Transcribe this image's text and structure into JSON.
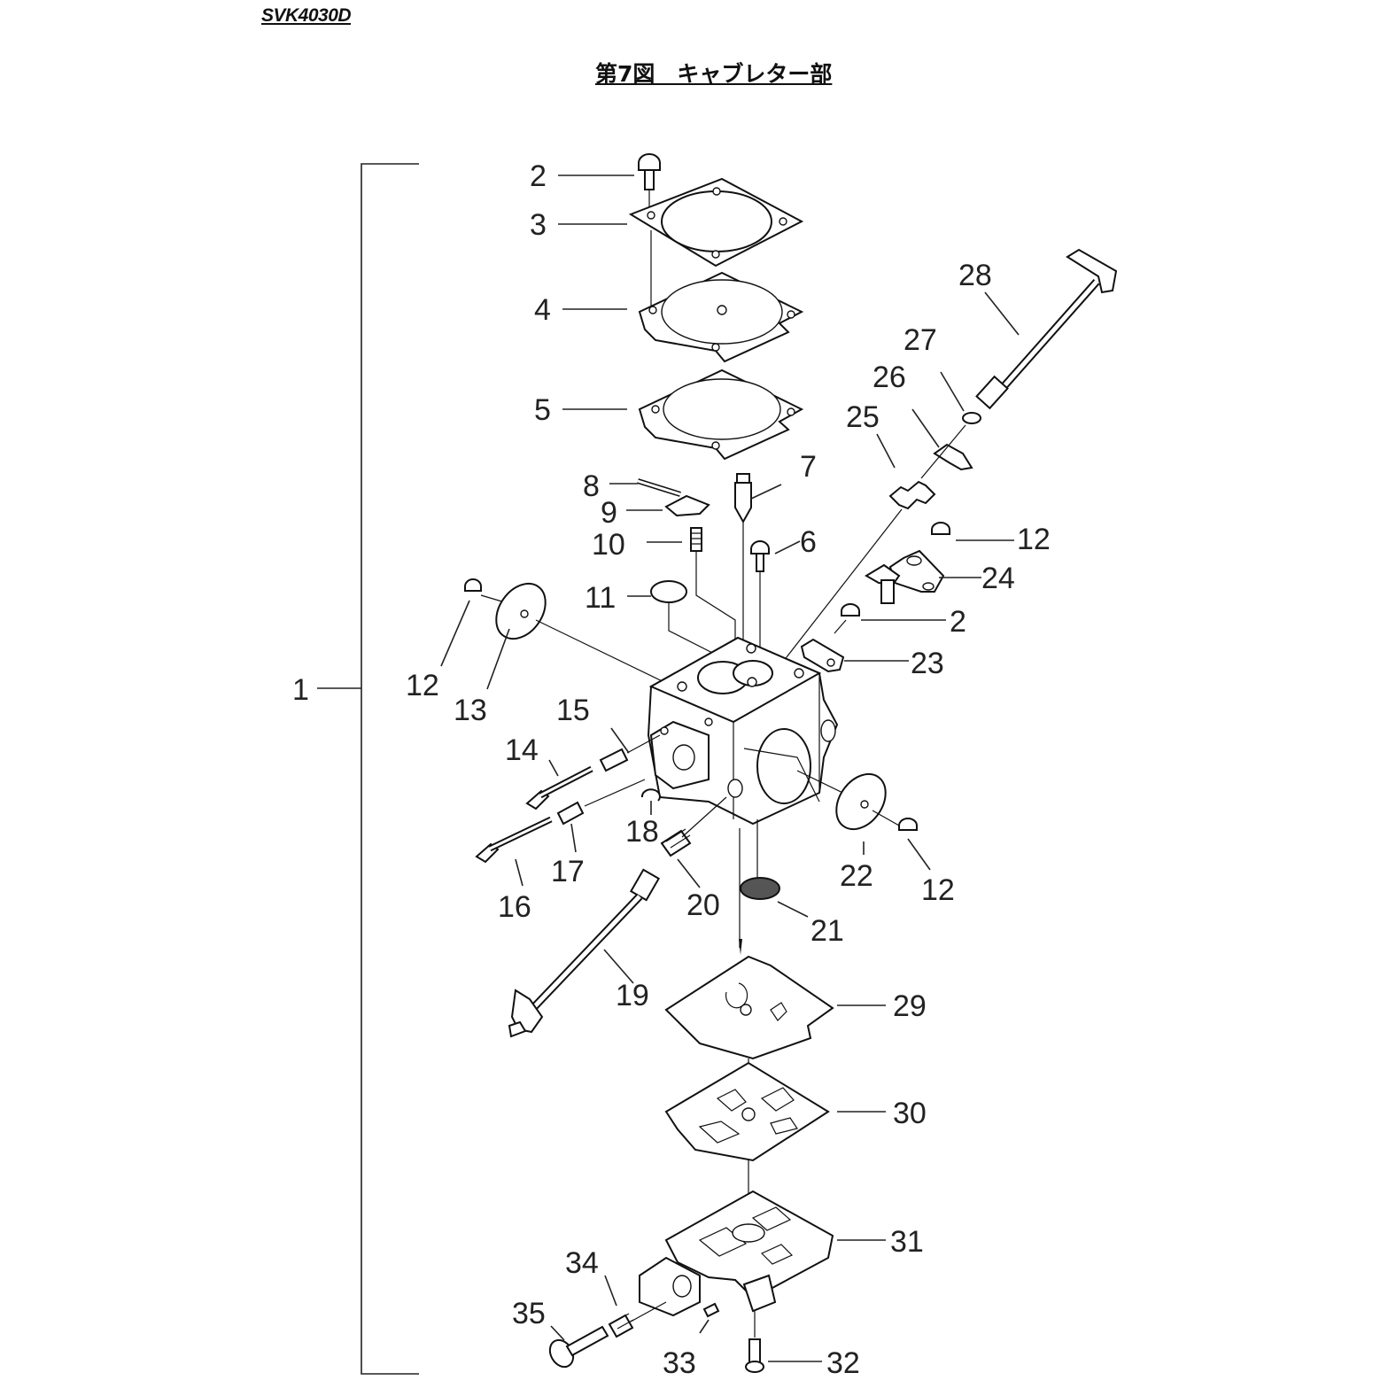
{
  "header": {
    "model_code": "SVK4030D",
    "title": "第7図　キャブレター部"
  },
  "callouts": {
    "c1": "1",
    "c2a": "2",
    "c2b": "2",
    "c3": "3",
    "c4": "4",
    "c5": "5",
    "c6": "6",
    "c7": "7",
    "c8": "8",
    "c9": "9",
    "c10": "10",
    "c11": "11",
    "c12a": "12",
    "c12b": "12",
    "c12c": "12",
    "c13": "13",
    "c14": "14",
    "c15": "15",
    "c16": "16",
    "c17": "17",
    "c18": "18",
    "c19": "19",
    "c20": "20",
    "c21": "21",
    "c22": "22",
    "c23": "23",
    "c24": "24",
    "c25": "25",
    "c26": "26",
    "c27": "27",
    "c28": "28",
    "c29": "29",
    "c30": "30",
    "c31": "31",
    "c32": "32",
    "c33": "33",
    "c34": "34",
    "c35": "35"
  }
}
